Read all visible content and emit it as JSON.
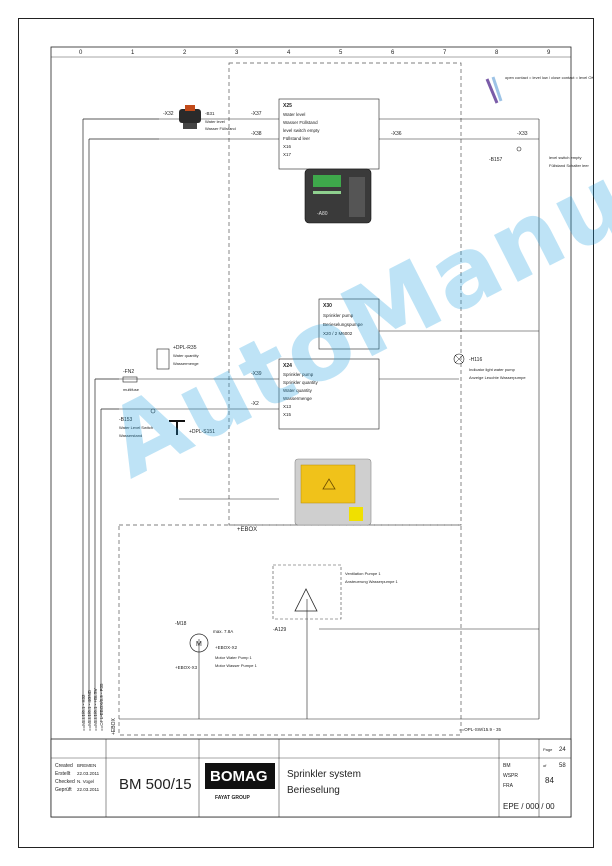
{
  "title_block": {
    "doc_number": "EPE / 000 / 00",
    "page_label": "Page",
    "page": "24",
    "of_label": "of",
    "of": "58",
    "sheet": "84",
    "brand": "BOMAG",
    "brand_sub": "FAYAT GROUP",
    "title_en": "Sprinkler system",
    "title_de": "Berieselung",
    "model": "BM 500/15",
    "created_label": "Created",
    "created_de": "Erstellt",
    "created_by": "BREMEN",
    "created_date": "22.03.2011",
    "checked_label": "Checked",
    "checked_de": "Geprüft",
    "checked_by": "N. Vogel",
    "checked_date": "22.03.2011",
    "ref_1": "BM",
    "ref_2": "WSPR",
    "ref_3": "FRA"
  },
  "ruler": [
    "0",
    "1",
    "2",
    "3",
    "4",
    "5",
    "6",
    "7",
    "8",
    "9"
  ],
  "left_bus": [
    "==MEL1/6.1 - X32",
    "==MEL1/6.1 - 4GND",
    "==MEL1/6.1 - +BLSV",
    "==OPL-EBOX/6.9 - F35"
  ],
  "ebox_label": "+EBOX",
  "ebox_bottom": "==OPL-SW/15.9 - 35",
  "components": {
    "pump": {
      "tag": "-M18",
      "rating": "max. 7.8A",
      "conn": "+EBOX-X3",
      "desc_en": "Motor Water Pump 1",
      "desc_de": "Motor Wasser Pumpe 1",
      "terminal": "+EBOX-X2"
    },
    "relay": {
      "tag": "-A129",
      "desc_en": "Ventilation Pumpe 1",
      "desc_de": "Ansteuerung Wasserpumpe 1"
    },
    "fuse": {
      "tag": "-FN2",
      "desc": "multifuse"
    },
    "level_switch": {
      "tag": "-B153",
      "desc_en": "Water Level Switch",
      "desc_de": "Wasserstand"
    },
    "sensor_top": {
      "tag": "-B31",
      "desc_en": "Water level",
      "desc_de": "Wasser Füllstand"
    },
    "quantity_pot": {
      "tag": "+DPL-R35",
      "desc_en": "Water quantity",
      "desc_de": "Wassermenge"
    },
    "indicator": {
      "tag": "-H116",
      "desc_en": "Indicator light water pump",
      "desc_de": "Anzeige Leuchte Wasserpumpe"
    },
    "level_contact": {
      "tag": "-B157",
      "desc_en": "level switch empty",
      "desc_de": "Füllstand Schalter leer"
    },
    "ecu": {
      "tag": "-A80"
    },
    "lamp_switch": {
      "tag": "+DPL-S151"
    }
  },
  "connector_labels": [
    "-X32",
    "-X37",
    "-X38",
    "-X39",
    "-X2",
    "-X36",
    "-X33"
  ],
  "module_mid": {
    "header": "X24",
    "rows": [
      "Sprinkler pump",
      "Sprinkler quantity",
      "Water quantity",
      "Wassermenge",
      "X13",
      "X15"
    ]
  },
  "module_top": {
    "header": "X25",
    "rows": [
      "Water level",
      "Wasser Füllstand",
      "level switch empty",
      "Füllstand leer",
      "X16",
      "X17"
    ]
  },
  "module_right": {
    "header": "X30",
    "rows": [
      "Sprinkler pump",
      "Berieselungspumpe",
      "X20 / 2 M6002"
    ]
  },
  "switch_note": "open contact = level low / close contact = level OK",
  "watermark": "AutoManual"
}
